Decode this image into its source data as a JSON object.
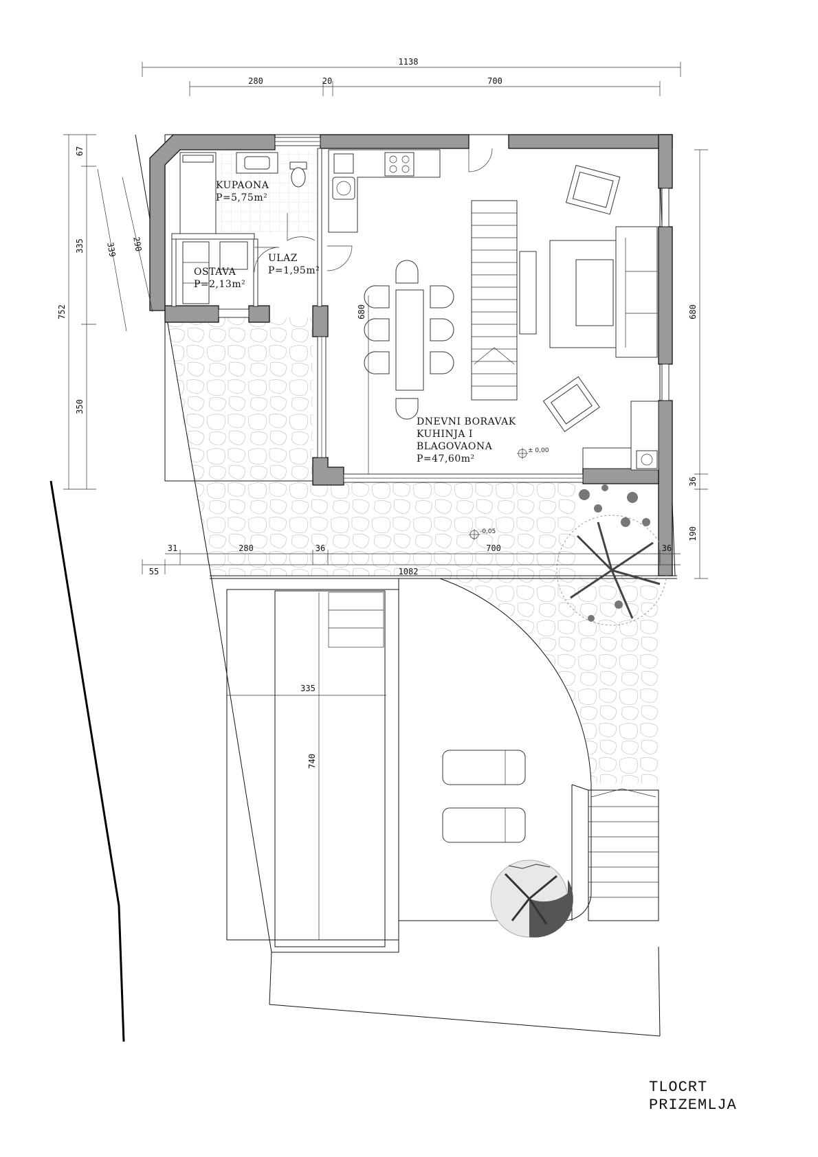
{
  "dimensions": {
    "top_total": "1138",
    "top_left": "280",
    "top_mid": "20",
    "top_right": "700",
    "left_total": "752",
    "left_a": "67",
    "left_b": "335",
    "left_c": "350",
    "left_d": "339",
    "left_e": "290",
    "right_a": "680",
    "right_b": "36",
    "right_c": "190",
    "interior_height": "680",
    "bottom_a": "31",
    "bottom_b": "280",
    "bottom_c": "36",
    "bottom_d": "700",
    "bottom_e": "36",
    "bottom_f": "55",
    "bottom_total": "1082",
    "pool_width": "335",
    "pool_length": "740"
  },
  "rooms": {
    "kupaona_name": "KUPAONA",
    "kupaona_area": "P=5,75m²",
    "ostava_name": "OSTAVA",
    "ostava_area": "P=2,13m²",
    "ulaz_name": "ULAZ",
    "ulaz_area": "P=1,95m²",
    "living_line1": "DNEVNI BORAVAK",
    "living_line2": "KUHINJA I",
    "living_line3": "BLAGOVAONA",
    "living_area": "P=47,60m²"
  },
  "levels": {
    "interior": "± 0,00",
    "terrace": "-0,05"
  },
  "title": {
    "line1": "TLOCRT",
    "line2": "PRIZEMLJA"
  }
}
